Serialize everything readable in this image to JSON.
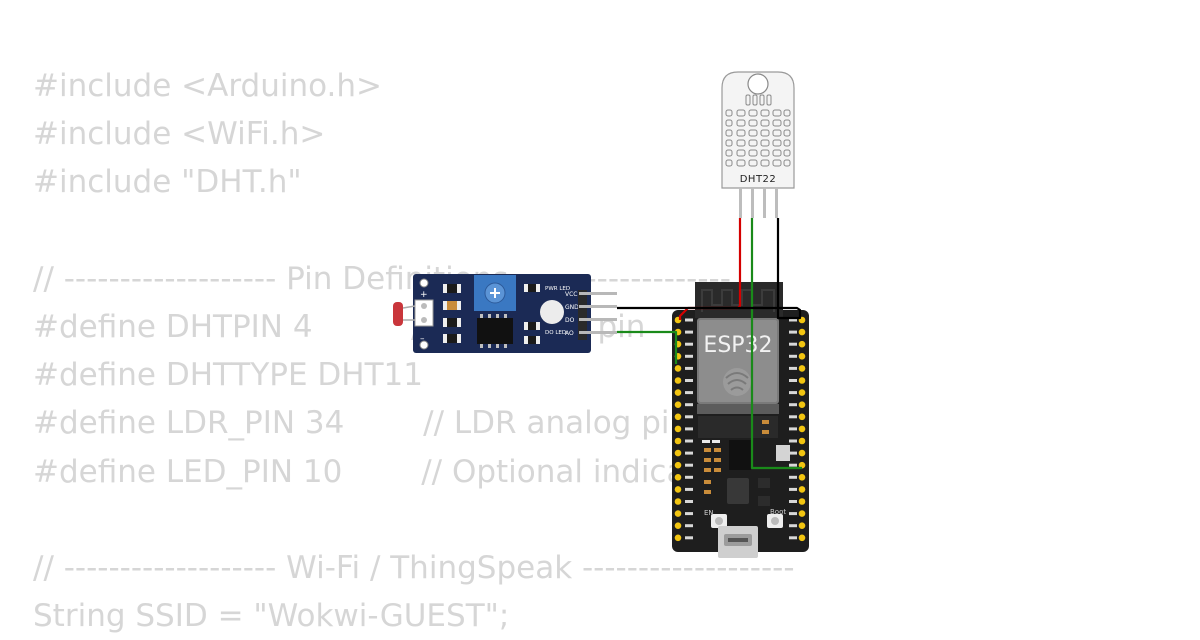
{
  "code": {
    "lines": [
      "#include <Arduino.h>",
      "#include <WiFi.h>",
      "#include \"DHT.h\"",
      "",
      "// ------------------- Pin Definitions -------------------",
      "#define DHTPIN 4          // DHT data pin",
      "#define DHTTYPE DHT11",
      "#define LDR_PIN 34        // LDR analog pin",
      "#define LED_PIN 10        // Optional indicator",
      "",
      "// ------------------- Wi-Fi / ThingSpeak -------------------",
      "String SSID = \"Wokwi-GUEST\";"
    ]
  },
  "components": {
    "dht22": {
      "label": "DHT22"
    },
    "esp32": {
      "label": "ESP32",
      "boot_label": "Boot",
      "en_label": "EN"
    },
    "ldr_module": {
      "pins": [
        "VCC",
        "GND",
        "DO",
        "AO"
      ],
      "pwr_led": "PWR LED",
      "do_led": "DO LED"
    }
  },
  "colors": {
    "code_text": "#d6d6d6",
    "wire_red": "#d40000",
    "wire_green": "#1a8a1a",
    "wire_black": "#000000",
    "ldr_board": "#1b2a55",
    "esp32_board": "#1a1a1a"
  }
}
